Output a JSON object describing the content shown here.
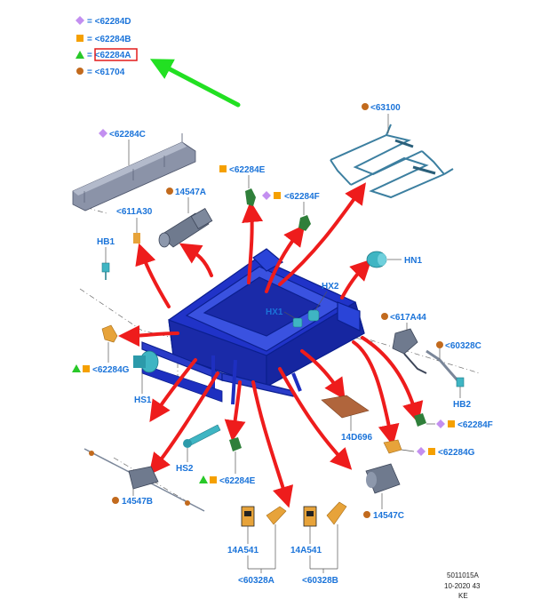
{
  "colors": {
    "label_blue": "#1a73d9",
    "diamond": "#c38ff0",
    "square": "#f5a000",
    "triangle": "#28c828",
    "circle": "#c26a1d",
    "arrow_red": "#ee1c1c",
    "arrow_green": "#22e022",
    "frame_blue": "#1c2fc0",
    "part_teal": "#3fb5c3",
    "part_green": "#2f7f3a",
    "part_orange": "#e7a33a",
    "part_gray": "#7a8699",
    "part_brown": "#b0653c",
    "highlight_box": "#e21b1b"
  },
  "legend": [
    {
      "symbol": "diamond-icon",
      "text": "= <62284D"
    },
    {
      "symbol": "square-icon",
      "text": "= <62284B"
    },
    {
      "symbol": "triangle-icon",
      "text": "= <62284A",
      "highlighted": true
    },
    {
      "symbol": "circle-icon",
      "text": "= <61704"
    }
  ],
  "labels": {
    "l_63100": "<63100",
    "l_62284C": "<62284C",
    "l_62284E_top": "<62284E",
    "l_14547A": "14547A",
    "l_62284F_top": "<62284F",
    "l_611A30": "<611A30",
    "l_HB1": "HB1",
    "l_HN1": "HN1",
    "l_HX2": "HX2",
    "l_HX1": "HX1",
    "l_617A44": "<617A44",
    "l_60328C": "<60328C",
    "l_62284G_left": "<62284G",
    "l_HS1": "HS1",
    "l_HB2": "HB2",
    "l_14D696": "14D696",
    "l_62284F_right": "<62284F",
    "l_62284G_right": "<62284G",
    "l_HS2": "HS2",
    "l_62284E_bottom": "<62284E",
    "l_14547B": "14547B",
    "l_14547C": "14547C",
    "l_14A541_left": "14A541",
    "l_14A541_right": "14A541",
    "l_60328A": "<60328A",
    "l_60328B": "<60328B"
  },
  "footer": {
    "ref": "5011015A",
    "date": "10-2020 43",
    "code": "KE"
  }
}
